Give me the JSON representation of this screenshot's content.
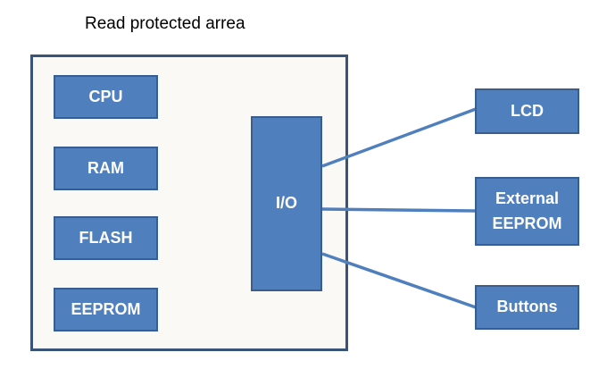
{
  "diagram": {
    "title": "Read protected arrea",
    "internal_blocks": [
      "CPU",
      "RAM",
      "FLASH",
      "EEPROM"
    ],
    "io_block": "I/O",
    "external_blocks": {
      "lcd": "LCD",
      "external_eeprom": [
        "External",
        "EEPROM"
      ],
      "buttons": "Buttons"
    },
    "colors": {
      "block_fill": "#4f7fbd",
      "block_border": "#3a5d8f",
      "area_fill": "#fbf9f6",
      "area_border": "#3a5478",
      "connector": "#4f7fbd"
    }
  }
}
